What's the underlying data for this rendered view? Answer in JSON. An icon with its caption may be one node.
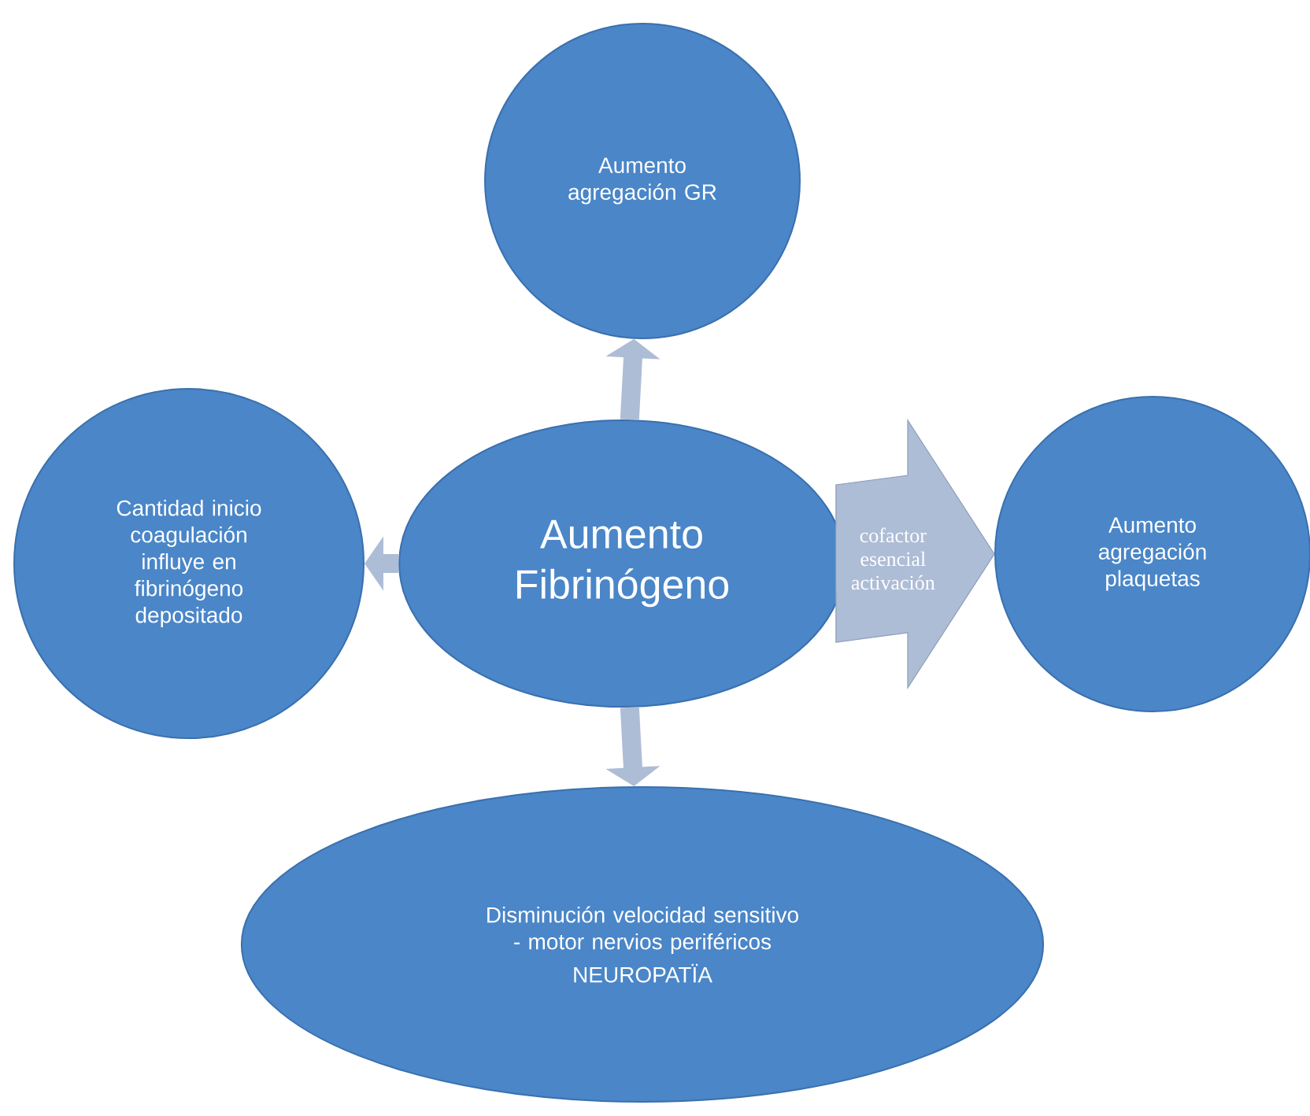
{
  "diagram": {
    "nodes": [
      {
        "text": [
          "Aumento Fibrinógeno"
        ]
      },
      {
        "text": [
          "Aumento agregación GR"
        ]
      },
      {
        "text": [
          "Cantidad inicio coagulación influye en fibrinógeno depositado"
        ]
      },
      {
        "text": [
          "Aumento agregación plaquetas"
        ]
      },
      {
        "text": [
          "Disminución velocidad sensitivo - motor nervios periféricos",
          "NEUROPATÏA"
        ]
      }
    ],
    "edges": [
      {
        "from": 0,
        "to": 1,
        "arrow": "to"
      },
      {
        "from": 0,
        "to": 2,
        "arrow": "to"
      },
      {
        "from": 0,
        "to": 3,
        "arrow": "to",
        "label": "cofactor esencial activación",
        "style": "thick"
      },
      {
        "from": 0,
        "to": 4,
        "arrow": "to"
      }
    ]
  }
}
